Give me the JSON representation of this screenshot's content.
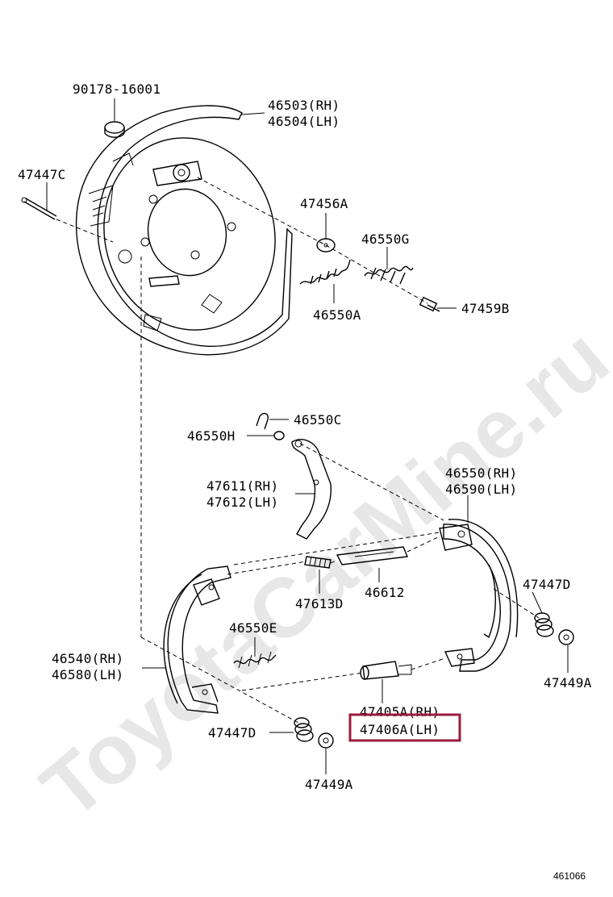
{
  "watermark": "ToyotaCarMine.ru",
  "diagram_ref": "461066",
  "highlight_color": "#9b1b3c",
  "labels": {
    "p90178": "90178-16001",
    "p46503": "46503(RH)",
    "p46504": "46504(LH)",
    "p47447c": "47447C",
    "p47456a": "47456A",
    "p46550g": "46550G",
    "p46550a": "46550A",
    "p47459b": "47459B",
    "p46550c": "46550C",
    "p46550h": "46550H",
    "p46550rh": "46550(RH)",
    "p46590lh": "46590(LH)",
    "p47611": "47611(RH)",
    "p47612": "47612(LH)",
    "p47447d_r": "47447D",
    "p47613d": "47613D",
    "p46612": "46612",
    "p46550e": "46550E",
    "p46540": "46540(RH)",
    "p46580": "46580(LH)",
    "p47449a_r": "47449A",
    "p47405a": "47405A(RH)",
    "p47406a": "47406A(LH)",
    "p47447d_l": "47447D",
    "p47449a_l": "47449A"
  }
}
